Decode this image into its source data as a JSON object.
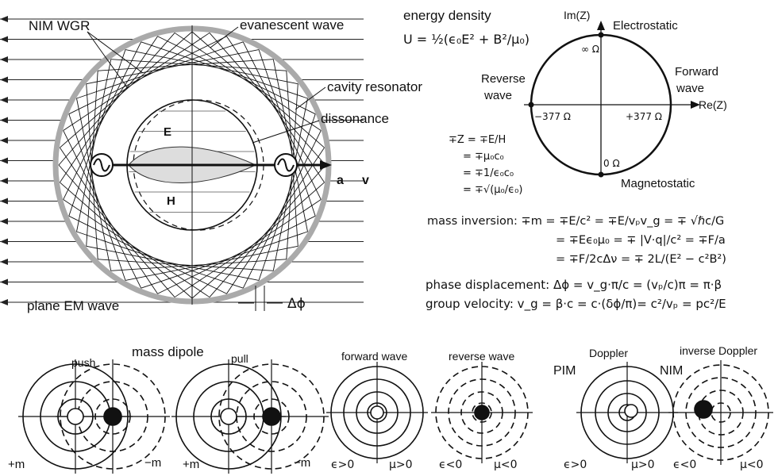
{
  "wgr": {
    "label_nim_wgr": "NIM WGR",
    "label_evanescent": "evanescent wave",
    "label_cavity": "cavity resonator",
    "label_dissonance": "dissonance",
    "label_E": "E",
    "label_H": "H",
    "label_a": "a",
    "label_v": "v",
    "label_plane_wave": "plane EM wave",
    "label_dphi": "Δϕ"
  },
  "energy": {
    "title": "energy density",
    "formula": "U = ½(ϵ₀E² + B²/μ₀)"
  },
  "impedance": {
    "im_axis": "Im(Z)",
    "re_axis": "Re(Z)",
    "electrostatic": "Electrostatic",
    "magnetostatic": "Magnetostatic",
    "forward": "Forward",
    "forward2": "wave",
    "reverse": "Reverse",
    "reverse2": "wave",
    "inf": "∞ Ω",
    "zero": "0 Ω",
    "neg377": "−377 Ω",
    "pos377": "+377 Ω",
    "z_lines": [
      "∓Z = ∓E/H",
      "= ∓μ₀c₀",
      "= ∓1/ϵ₀c₀",
      "= ∓√(μ₀/ϵ₀)"
    ]
  },
  "equations": {
    "mass_inversion_1": "mass inversion:  ∓m = ∓E/c² = ∓E/vₚv_g = ∓ √ℏc/G",
    "mass_inversion_2": "= ∓Eϵ₀μ₀ = ∓ |V·q|/c² = ∓F/a",
    "mass_inversion_3": "= ∓F/2cΔν = ∓ 2L/(E² − c²B²)",
    "phase": "phase displacement:  Δϕ = v_g·π/c = (vₚ/c)π = π·β",
    "group": "group velocity:   v_g = β·c = c·(δϕ/π)= c²/vₚ = pc²/E"
  },
  "bottom": {
    "mass_dipole": "mass dipole",
    "push": "push",
    "pull": "pull",
    "plus_m_1": "+m",
    "minus_m_1": "−m",
    "plus_m_2": "+m",
    "minus_m_2": "−m",
    "forward_wave": "forward wave",
    "reverse_wave": "reverse wave",
    "eps_pos_1": "ϵ>0",
    "mu_pos_1": "μ>0",
    "eps_neg_1": "ϵ<0",
    "mu_neg_1": "μ<0",
    "doppler": "Doppler",
    "inverse_doppler": "inverse Doppler",
    "pim": "PIM",
    "nim": "NIM",
    "eps_pos_2": "ϵ>0",
    "mu_pos_2": "μ>0",
    "eps_neg_2": "ϵ<0",
    "mu_neg_2": "μ<0"
  }
}
